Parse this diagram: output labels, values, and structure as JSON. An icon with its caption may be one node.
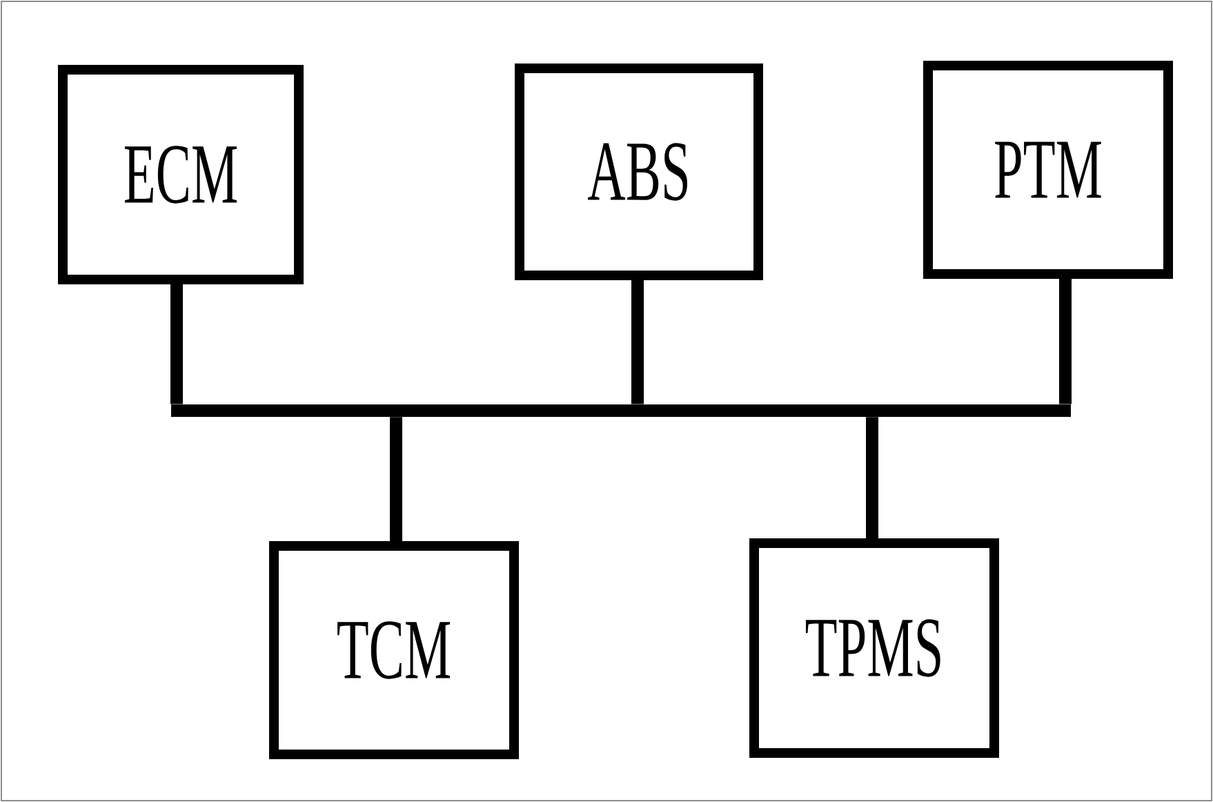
{
  "diagram": {
    "nodes": [
      {
        "text": [
          "ECM"
        ]
      },
      {
        "text": [
          "ABS"
        ]
      },
      {
        "text": [
          "PTM"
        ]
      },
      {
        "text": [
          "TCM"
        ]
      },
      {
        "text": [
          "TPMS"
        ]
      },
      {
        "text": [],
        "shape": "bar"
      }
    ],
    "edges": [
      {
        "from": 0,
        "to": 5,
        "arrow": "none"
      },
      {
        "from": 1,
        "to": 5,
        "arrow": "none"
      },
      {
        "from": 2,
        "to": 5,
        "arrow": "none"
      },
      {
        "from": 3,
        "to": 5,
        "arrow": "none"
      },
      {
        "from": 4,
        "to": 5,
        "arrow": "none"
      }
    ]
  }
}
